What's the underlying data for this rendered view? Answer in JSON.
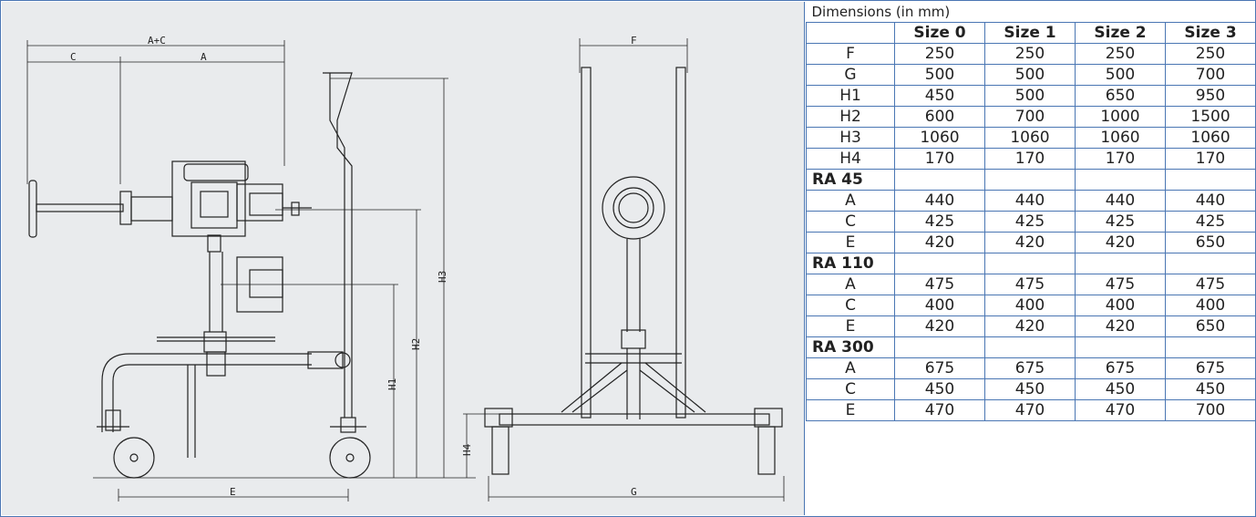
{
  "table": {
    "caption": "Dimensions (in mm)",
    "columns": [
      "Size 0",
      "Size 1",
      "Size 2",
      "Size 3"
    ],
    "rows": [
      {
        "label": "F",
        "values": [
          "250",
          "250",
          "250",
          "250"
        ]
      },
      {
        "label": "G",
        "values": [
          "500",
          "500",
          "500",
          "700"
        ]
      },
      {
        "label": "H1",
        "values": [
          "450",
          "500",
          "650",
          "950"
        ]
      },
      {
        "label": "H2",
        "values": [
          "600",
          "700",
          "1000",
          "1500"
        ]
      },
      {
        "label": "H3",
        "values": [
          "1060",
          "1060",
          "1060",
          "1060"
        ]
      },
      {
        "label": "H4",
        "values": [
          "170",
          "170",
          "170",
          "170"
        ]
      }
    ],
    "groups": [
      {
        "name": "RA 45",
        "rows": [
          {
            "label": "A",
            "values": [
              "440",
              "440",
              "440",
              "440"
            ]
          },
          {
            "label": "C",
            "values": [
              "425",
              "425",
              "425",
              "425"
            ]
          },
          {
            "label": "E",
            "values": [
              "420",
              "420",
              "420",
              "650"
            ]
          }
        ]
      },
      {
        "name": "RA 110",
        "rows": [
          {
            "label": "A",
            "values": [
              "475",
              "475",
              "475",
              "475"
            ]
          },
          {
            "label": "C",
            "values": [
              "400",
              "400",
              "400",
              "400"
            ]
          },
          {
            "label": "E",
            "values": [
              "420",
              "420",
              "420",
              "650"
            ]
          }
        ]
      },
      {
        "name": "RA 300",
        "rows": [
          {
            "label": "A",
            "values": [
              "675",
              "675",
              "675",
              "675"
            ]
          },
          {
            "label": "C",
            "values": [
              "450",
              "450",
              "450",
              "450"
            ]
          },
          {
            "label": "E",
            "values": [
              "470",
              "470",
              "470",
              "700"
            ]
          }
        ]
      }
    ]
  },
  "drawing": {
    "labels": {
      "ac": "A+C",
      "c": "C",
      "a": "A",
      "f": "F",
      "e": "E",
      "g": "G",
      "h1": "H1",
      "h2": "H2",
      "h3": "H3",
      "h4": "H4"
    }
  }
}
